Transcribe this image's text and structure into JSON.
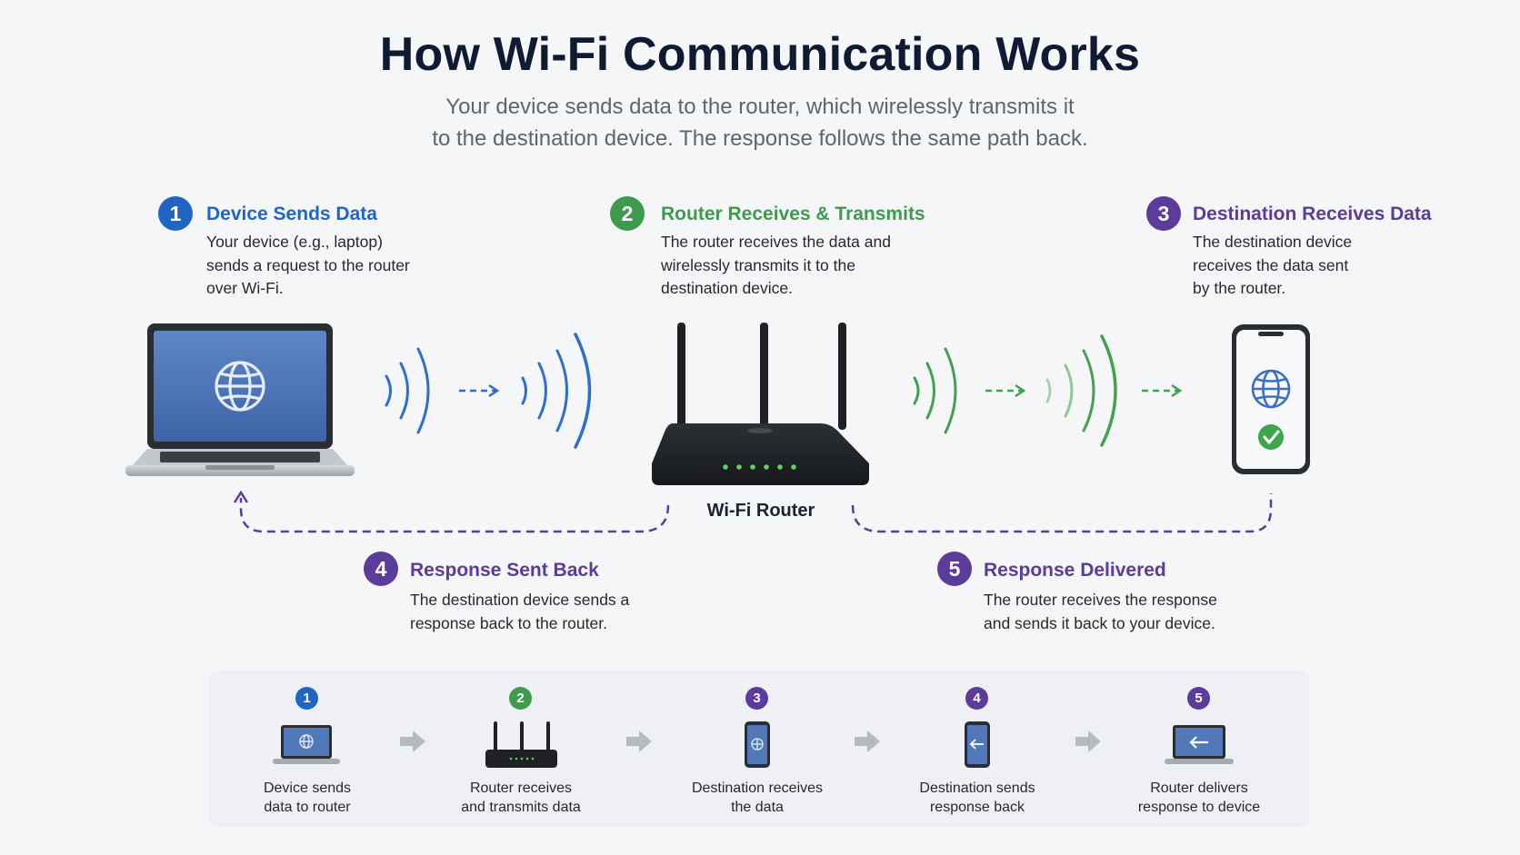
{
  "title": "How Wi-Fi Communication Works",
  "subtitle": [
    "Your device sends data to the router, which wirelessly transmits it",
    "to the destination device. The response follows the same path back."
  ],
  "colors": {
    "blue": "#1f66c4",
    "green": "#3e9b4c",
    "purple": "#5b3c9a",
    "dashed_path": "#5b3c9a"
  },
  "steps": [
    {
      "number": "1",
      "title": "Device Sends Data",
      "body": [
        "Your device (e.g., laptop)",
        "sends a request to the router",
        "over Wi-Fi."
      ]
    },
    {
      "number": "2",
      "title": "Router Receives & Transmits",
      "body": [
        "The router receives the data and",
        "wirelessly transmits it to the",
        "destination device."
      ]
    },
    {
      "number": "3",
      "title": "Destination Receives Data",
      "body": [
        "The destination device",
        "receives the data sent",
        "by the router."
      ]
    },
    {
      "number": "4",
      "title": "Response Sent Back",
      "body": [
        "The destination device sends a",
        "response back to the router."
      ]
    },
    {
      "number": "5",
      "title": "Response Delivered",
      "body": [
        "The router receives the response",
        "and sends it back to your device."
      ]
    }
  ],
  "router_label": "Wi-Fi Router",
  "icons": {
    "laptop": "laptop-icon",
    "router": "router-icon",
    "phone": "phone-icon",
    "globe": "globe-icon",
    "check": "check-icon",
    "signal": "wifi-signal-icon",
    "arrow": "arrow-right-icon"
  },
  "summary": [
    {
      "number": "1",
      "caption": [
        "Device sends",
        "data to router"
      ]
    },
    {
      "number": "2",
      "caption": [
        "Router receives",
        "and transmits data"
      ]
    },
    {
      "number": "3",
      "caption": [
        "Destination receives",
        "the data"
      ]
    },
    {
      "number": "4",
      "caption": [
        "Destination sends",
        "response back"
      ]
    },
    {
      "number": "5",
      "caption": [
        "Router delivers",
        "response to device"
      ]
    }
  ]
}
